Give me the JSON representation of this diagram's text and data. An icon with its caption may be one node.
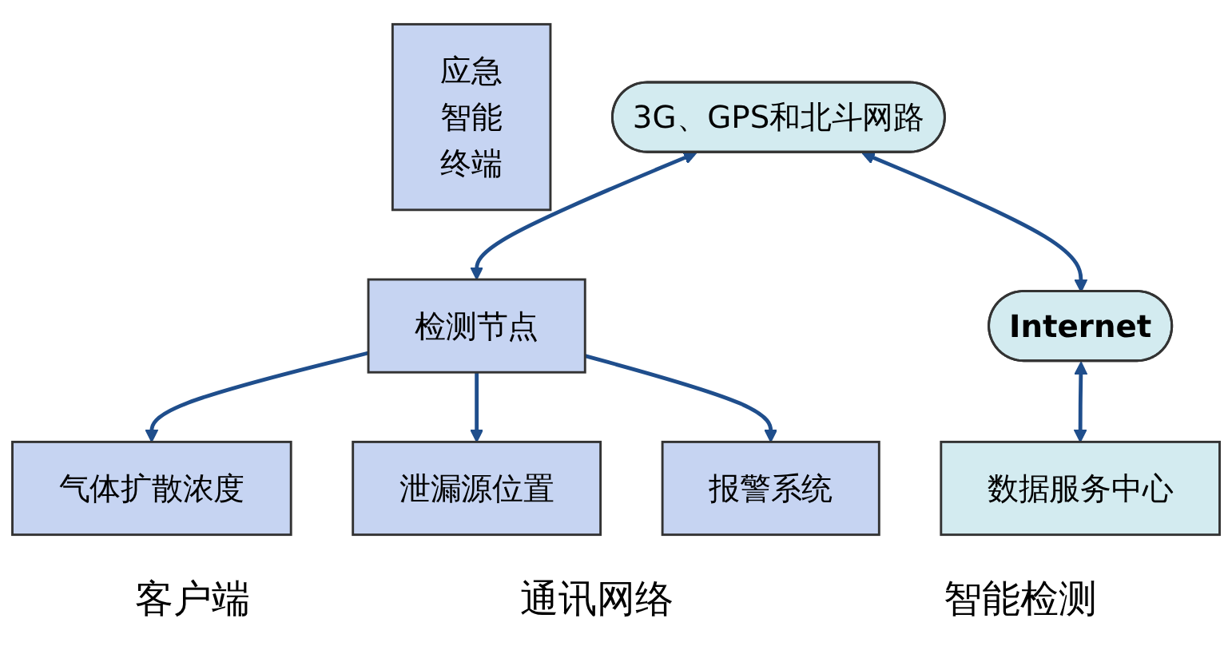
{
  "diagram": {
    "nodes": [
      {
        "text": [
          "应急智能终端"
        ]
      },
      {
        "text": [
          "3G、GPS和北斗网路"
        ]
      },
      {
        "text": [
          "Internet"
        ]
      },
      {
        "text": [
          "数据服务中心"
        ]
      },
      {
        "text": [
          "检测节点"
        ]
      },
      {
        "text": [
          "气体扩散浓度"
        ]
      },
      {
        "text": [
          "泄漏源位置"
        ]
      },
      {
        "text": [
          "报警系统"
        ]
      }
    ],
    "edges": [
      {
        "from": 4,
        "to": 1,
        "arrow": "both"
      },
      {
        "from": 1,
        "to": 2,
        "arrow": "both"
      },
      {
        "from": 2,
        "to": 3,
        "arrow": "both"
      },
      {
        "from": 4,
        "to": 5,
        "arrow": "to"
      },
      {
        "from": 4,
        "to": 6,
        "arrow": "to"
      },
      {
        "from": 4,
        "to": 7,
        "arrow": "to"
      }
    ],
    "labels": [
      "客户端",
      "通讯网络",
      "智能检测"
    ]
  }
}
